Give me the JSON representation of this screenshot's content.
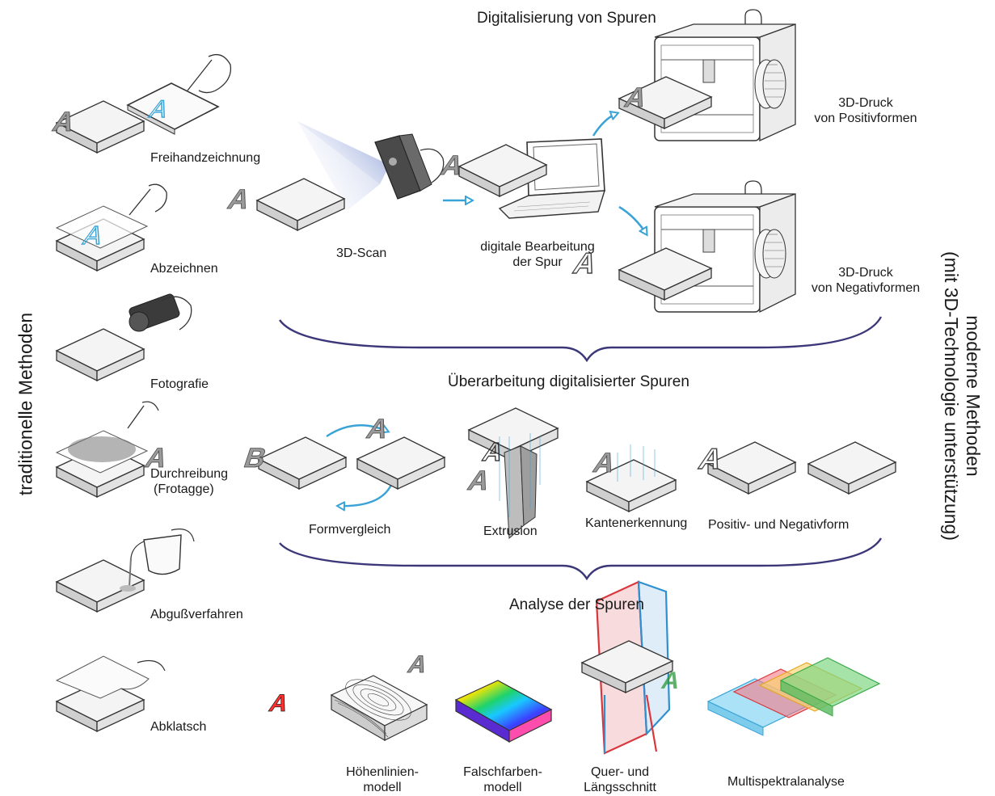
{
  "sides": {
    "left": "traditionelle Methoden",
    "right_line1": "moderne Methoden",
    "right_line2": "(mit 3D-Technologie unterstützung)"
  },
  "traditional": {
    "freehand": "Freihandzeichnung",
    "tracing": "Abzeichnen",
    "photo": "Fotografie",
    "rubbing_line1": "Durchreibung",
    "rubbing_line2": "(Frotagge)",
    "casting": "Abgußverfahren",
    "squeeze": "Abklatsch"
  },
  "digitization": {
    "heading": "Digitalisierung von Spuren",
    "scan": "3D-Scan",
    "edit_line1": "digitale Bearbeitung",
    "edit_line2": "der Spur",
    "print_pos_line1": "3D-Druck",
    "print_pos_line2": "von Positivformen",
    "print_neg_line1": "3D-Druck",
    "print_neg_line2": "von Negativformen"
  },
  "processing": {
    "heading": "Überarbeitung digitalisierter Spuren",
    "compare": "Formvergleich",
    "extrusion": "Extrusion",
    "edges": "Kantenerkennung",
    "posneg": "Positiv- und Negativform"
  },
  "analysis": {
    "heading": "Analyse der Spuren",
    "contour_line1": "Höhenlinien-",
    "contour_line2": "modell",
    "falsecolor_line1": "Falschfarben-",
    "falsecolor_line2": "modell",
    "section_line1": "Quer- und",
    "section_line2": "Längsschnitt",
    "multispectral": "Multispektralanalyse"
  },
  "glyphs": {
    "letter": "A",
    "letter_b": "B"
  },
  "colors": {
    "arrow": "#3aa3d6",
    "brace": "#3b3778",
    "ink": "#333333",
    "slab_top": "#f4f4f4",
    "red_plane": "#d9363e",
    "blue_plane": "#2f8fd0"
  }
}
